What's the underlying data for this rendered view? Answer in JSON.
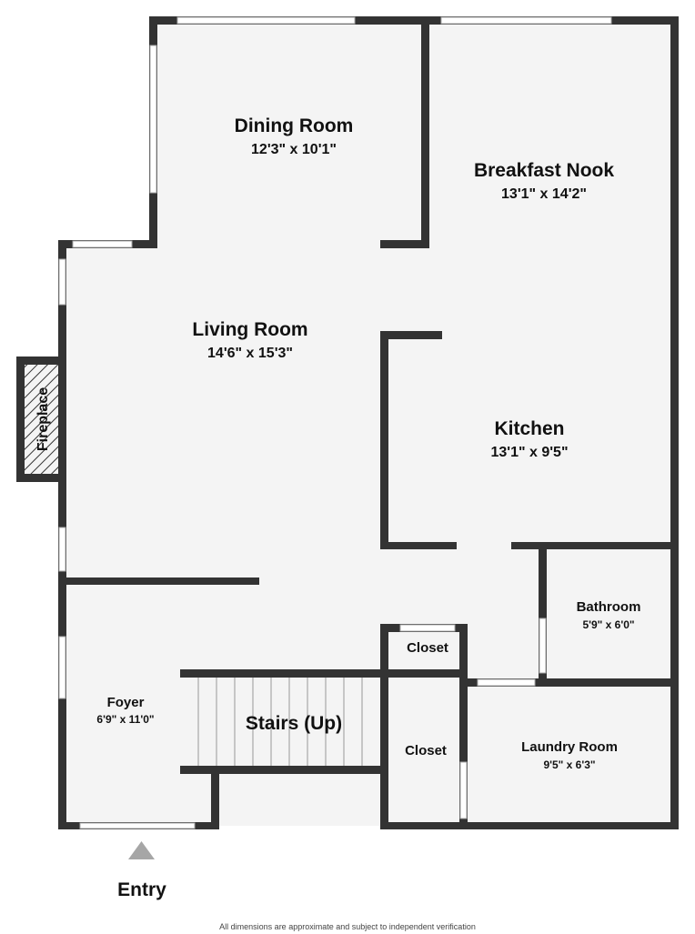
{
  "rooms": {
    "dining": {
      "name": "Dining Room",
      "dims": "12'3\" x 10'1\""
    },
    "breakfast": {
      "name": "Breakfast Nook",
      "dims": "13'1\" x 14'2\""
    },
    "living": {
      "name": "Living Room",
      "dims": "14'6\" x 15'3\""
    },
    "fireplace": {
      "name": "Fireplace"
    },
    "kitchen": {
      "name": "Kitchen",
      "dims": "13'1\" x 9'5\""
    },
    "bathroom": {
      "name": "Bathroom",
      "dims": "5'9\" x 6'0\""
    },
    "closet1": {
      "name": "Closet"
    },
    "closet2": {
      "name": "Closet"
    },
    "foyer": {
      "name": "Foyer",
      "dims": "6'9\" x 11'0\""
    },
    "stairs": {
      "name": "Stairs (Up)"
    },
    "laundry": {
      "name": "Laundry Room",
      "dims": "9'5\" x 6'3\""
    }
  },
  "entry": {
    "label": "Entry"
  },
  "footer": {
    "disclaimer": "All dimensions are approximate and subject to independent verification"
  },
  "colors": {
    "wall": "#333333",
    "floor": "#f4f4f4",
    "entry_marker": "#a6a6a6"
  }
}
